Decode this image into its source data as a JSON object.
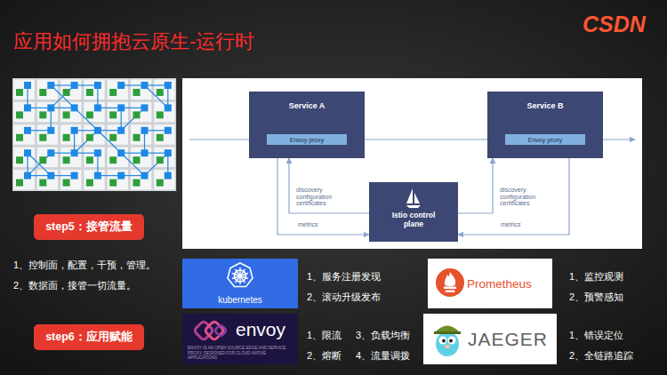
{
  "diagram": {
    "title": "应用如何拥抱云原生-运行时",
    "nodes": [
      {
        "text": [
          "Service A"
        ]
      },
      {
        "text": [
          "Envoy proxy"
        ],
        "in": 0
      },
      {
        "text": [
          "Service B"
        ]
      },
      {
        "text": [
          "Envoy proxy"
        ],
        "in": 2
      },
      {
        "text": [
          "Istio control plane"
        ]
      },
      {
        "text": [
          "step5：接管流量"
        ]
      },
      {
        "text": [
          "step6：应用赋能"
        ]
      },
      {
        "text": [
          "kubernetes"
        ]
      },
      {
        "text": [
          "envoy",
          "ENVOY IS AN OPEN SOURCE EDGE AND SERVICE PROXY, DESIGNED FOR CLOUD-NATIVE APPLICATIONS"
        ]
      },
      {
        "text": [
          "Prometheus"
        ]
      },
      {
        "text": [
          "JAEGER"
        ]
      }
    ],
    "edges": [
      {
        "from": 1,
        "to": 3,
        "arrow": "to"
      },
      {
        "from": 0,
        "to": 1,
        "arrow": "both"
      },
      {
        "from": 4,
        "to": 0,
        "label": "discovery configuration certificates",
        "arrow": "to"
      },
      {
        "from": 0,
        "to": 4,
        "label": "metrics",
        "arrow": "to"
      },
      {
        "from": 4,
        "to": 2,
        "label": "discovery configuration certificates",
        "arrow": "to"
      },
      {
        "from": 2,
        "to": 4,
        "label": "metrics",
        "arrow": "to"
      }
    ],
    "labels": [
      "CSDN",
      "1、控制面，配置，干预，管理。",
      "2、数据面，接管一切流量。",
      "1、服务注册发现",
      "2、滚动升级发布",
      "1、限流",
      "3、负载均衡",
      "2、熔断",
      "4、流量调拨",
      "1、监控观测",
      "2、预警感知",
      "1、错误定位",
      "2、全链路追踪"
    ]
  }
}
